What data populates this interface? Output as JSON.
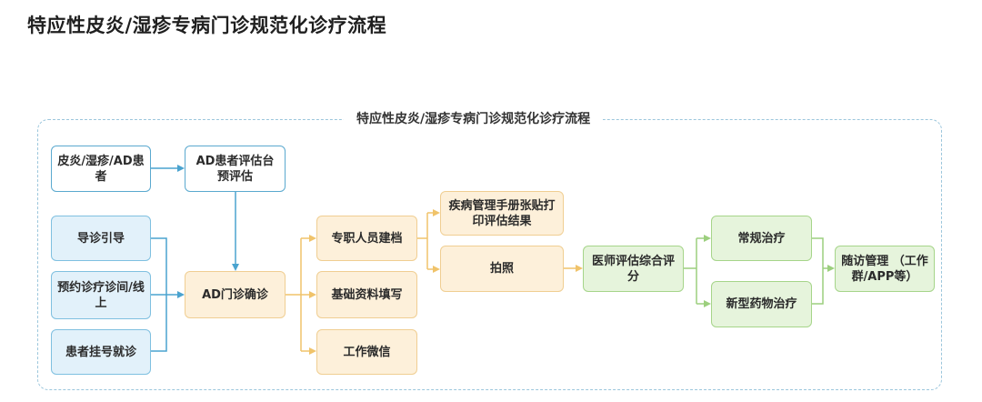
{
  "title": "特应性皮炎/湿疹专病门诊规范化诊疗流程",
  "frame_title": "特应性皮炎/湿疹专病门诊规范化诊疗流程",
  "nodes": {
    "patient": "皮炎/湿疹/AD患者",
    "preassess": "AD患者评估台预评估",
    "guide": "导诊引导",
    "appointment": "预约诊疗诊间/线上",
    "register": "患者挂号就诊",
    "confirm": "AD门诊确诊",
    "record": "专职人员建档",
    "basicinfo": "基础资料填写",
    "wechat": "工作微信",
    "manual": "疾病管理手册张贴打印评估结果",
    "photo": "拍照",
    "doctor": "医师评估综合评分",
    "routine": "常规治疗",
    "newdrug": "新型药物治疗",
    "followup": "随访管理 （工作群/APP等）"
  },
  "colors": {
    "arrow_blue": "#4aa3cf",
    "arrow_yellow": "#f0c36a",
    "arrow_green": "#9ccf7e"
  }
}
